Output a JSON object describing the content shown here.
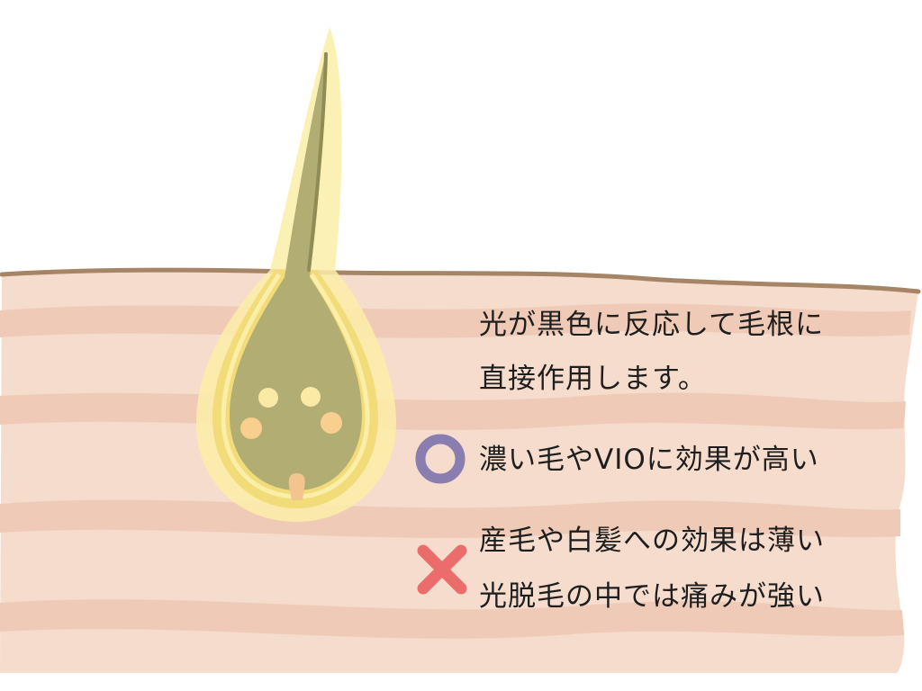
{
  "description": {
    "line1": "光が黒色に反応して毛根に",
    "line2": "直接作用します。"
  },
  "pro": {
    "icon": "circle-icon",
    "text": "濃い毛やVIOに効果が高い"
  },
  "con": {
    "icon": "cross-icon",
    "line1": "産毛や白髪への効果は薄い",
    "line2": "光脱毛の中では痛みが強い"
  },
  "colors": {
    "skin_light": "#f5dccd",
    "skin_band": "#efcbb7",
    "skin_outline": "#a68466",
    "hair_halo": "#fbeea8",
    "hair_sheath": "#f2dc7a",
    "hair_shaft": "#b2ad72",
    "hair_shaft_dark": "#8f8c55",
    "follicle_dot": "#fbe9a6",
    "follicle_dot_orange": "#f8cf8e",
    "papilla": "#f2c48e",
    "circle_mark": "#8a7eb0",
    "cross_mark": "#ea6d6b",
    "text": "#1e1e1e"
  }
}
